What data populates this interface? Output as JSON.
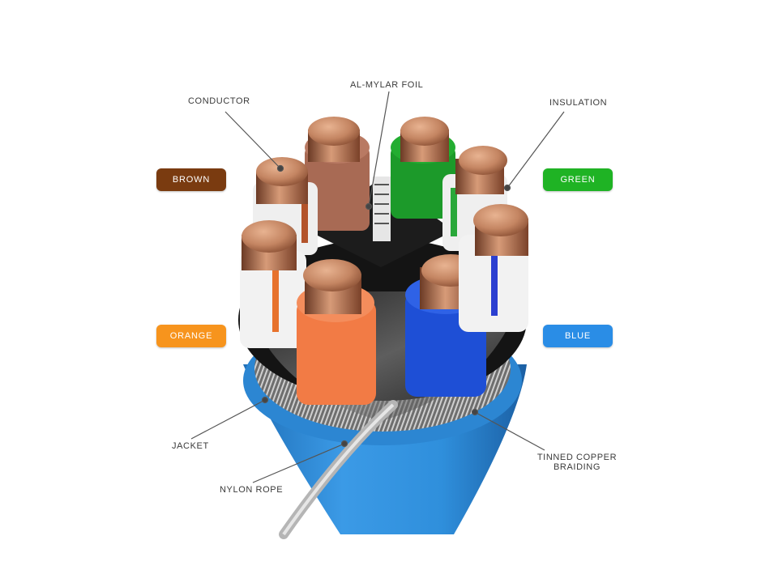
{
  "callouts": {
    "conductor": "CONDUCTOR",
    "foil": "AL-MYLAR FOIL",
    "insulation": "INSULATION",
    "jacket": "JACKET",
    "nylon_rope": "NYLON ROPE",
    "braiding_line1": "TINNED COPPER",
    "braiding_line2": "BRAIDING"
  },
  "pairs": {
    "brown": {
      "label": "BROWN",
      "color": "#7a3b10"
    },
    "green": {
      "label": "GREEN",
      "color": "#1fb324"
    },
    "orange": {
      "label": "ORANGE",
      "color": "#f7941d"
    },
    "blue": {
      "label": "BLUE",
      "color": "#2a8de6"
    }
  },
  "colors": {
    "jacket": "#2f8fdc",
    "copper": "#c98a66"
  }
}
